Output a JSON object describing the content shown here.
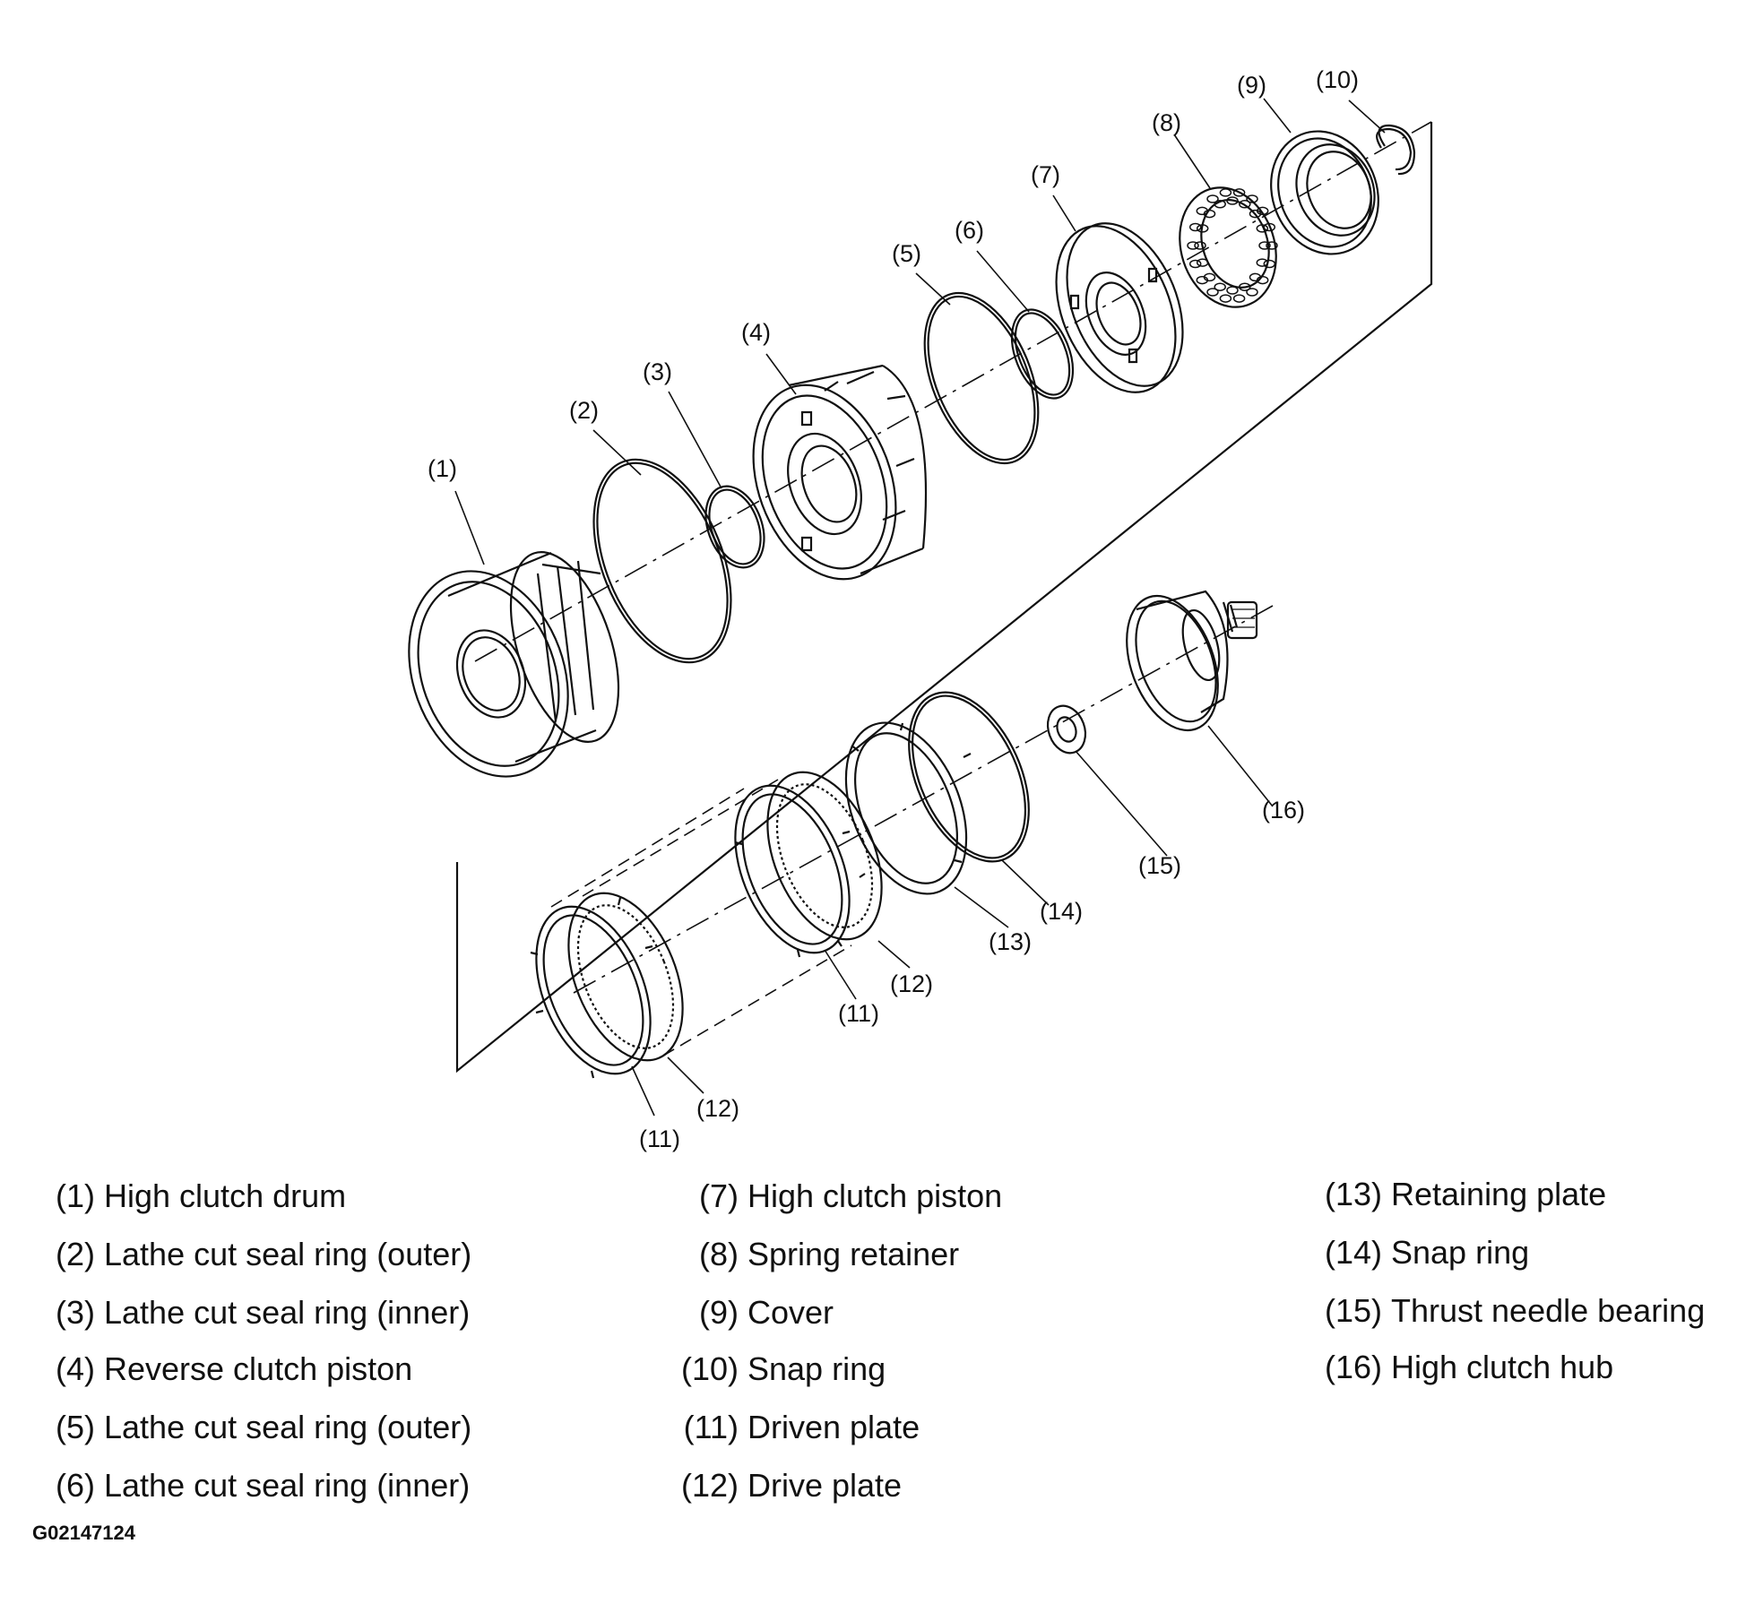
{
  "callouts": {
    "c1": "(1)",
    "c2": "(2)",
    "c3": "(3)",
    "c4": "(4)",
    "c5": "(5)",
    "c6": "(6)",
    "c7": "(7)",
    "c8": "(8)",
    "c9": "(9)",
    "c10": "(10)",
    "c11a": "(11)",
    "c11b": "(11)",
    "c12a": "(12)",
    "c12b": "(12)",
    "c13": "(13)",
    "c14": "(14)",
    "c15": "(15)",
    "c16": "(16)"
  },
  "legend": {
    "col1": [
      {
        "num": "(1)",
        "name": "High clutch drum"
      },
      {
        "num": "(2)",
        "name": "Lathe cut seal ring (outer)"
      },
      {
        "num": "(3)",
        "name": "Lathe cut seal ring (inner)"
      },
      {
        "num": "(4)",
        "name": "Reverse clutch piston"
      },
      {
        "num": "(5)",
        "name": "Lathe cut seal ring (outer)"
      },
      {
        "num": "(6)",
        "name": "Lathe cut seal ring (inner)"
      }
    ],
    "col2": [
      {
        "num": "(7)",
        "name": "High clutch piston"
      },
      {
        "num": "(8)",
        "name": "Spring retainer"
      },
      {
        "num": "(9)",
        "name": "Cover"
      },
      {
        "num": "(10)",
        "name": "Snap ring"
      },
      {
        "num": "(11)",
        "name": "Driven plate"
      },
      {
        "num": "(12)",
        "name": "Drive plate"
      }
    ],
    "col3": [
      {
        "num": "(13)",
        "name": "Retaining plate"
      },
      {
        "num": "(14)",
        "name": "Snap ring"
      },
      {
        "num": "(15)",
        "name": "Thrust needle bearing"
      },
      {
        "num": "(16)",
        "name": "High clutch hub"
      }
    ]
  },
  "figure_code": "G02147124"
}
